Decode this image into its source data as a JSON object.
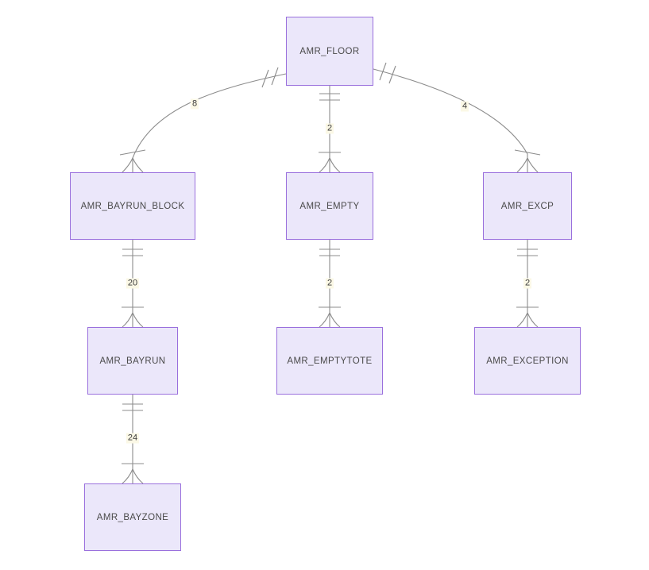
{
  "diagram": {
    "type": "entity-relationship",
    "entities": [
      {
        "id": "amr-floor",
        "label": "AMR_FLOOR"
      },
      {
        "id": "amr-bayrun-block",
        "label": "AMR_BAYRUN_BLOCK"
      },
      {
        "id": "amr-empty",
        "label": "AMR_EMPTY"
      },
      {
        "id": "amr-excp",
        "label": "AMR_EXCP"
      },
      {
        "id": "amr-bayrun",
        "label": "AMR_BAYRUN"
      },
      {
        "id": "amr-emptytote",
        "label": "AMR_EMPTYTOTE"
      },
      {
        "id": "amr-exception",
        "label": "AMR_EXCEPTION"
      },
      {
        "id": "amr-bayzone",
        "label": "AMR_BAYZONE"
      }
    ],
    "relationships": [
      {
        "from": "AMR_FLOOR",
        "to": "AMR_BAYRUN_BLOCK",
        "label": "8",
        "from_marker": "exactly-one",
        "to_marker": "one-or-many"
      },
      {
        "from": "AMR_FLOOR",
        "to": "AMR_EMPTY",
        "label": "2",
        "from_marker": "exactly-one",
        "to_marker": "one-or-many"
      },
      {
        "from": "AMR_FLOOR",
        "to": "AMR_EXCP",
        "label": "4",
        "from_marker": "exactly-one",
        "to_marker": "one-or-many"
      },
      {
        "from": "AMR_BAYRUN_BLOCK",
        "to": "AMR_BAYRUN",
        "label": "20",
        "from_marker": "exactly-one",
        "to_marker": "one-or-many"
      },
      {
        "from": "AMR_EMPTY",
        "to": "AMR_EMPTYTOTE",
        "label": "2",
        "from_marker": "exactly-one",
        "to_marker": "one-or-many"
      },
      {
        "from": "AMR_EXCP",
        "to": "AMR_EXCEPTION",
        "label": "2",
        "from_marker": "exactly-one",
        "to_marker": "one-or-many"
      },
      {
        "from": "AMR_BAYRUN",
        "to": "AMR_BAYZONE",
        "label": "24",
        "from_marker": "exactly-one",
        "to_marker": "one-or-many"
      }
    ],
    "colors": {
      "canvas_bg": "#ffffff",
      "entity_fill": "#ebe7fa",
      "entity_border": "#9a70dd",
      "edge": "#8c8c8c",
      "text": "#4a4a4a",
      "label_bg": "#fbf8e6",
      "label_text": "#3b3b3b"
    }
  }
}
